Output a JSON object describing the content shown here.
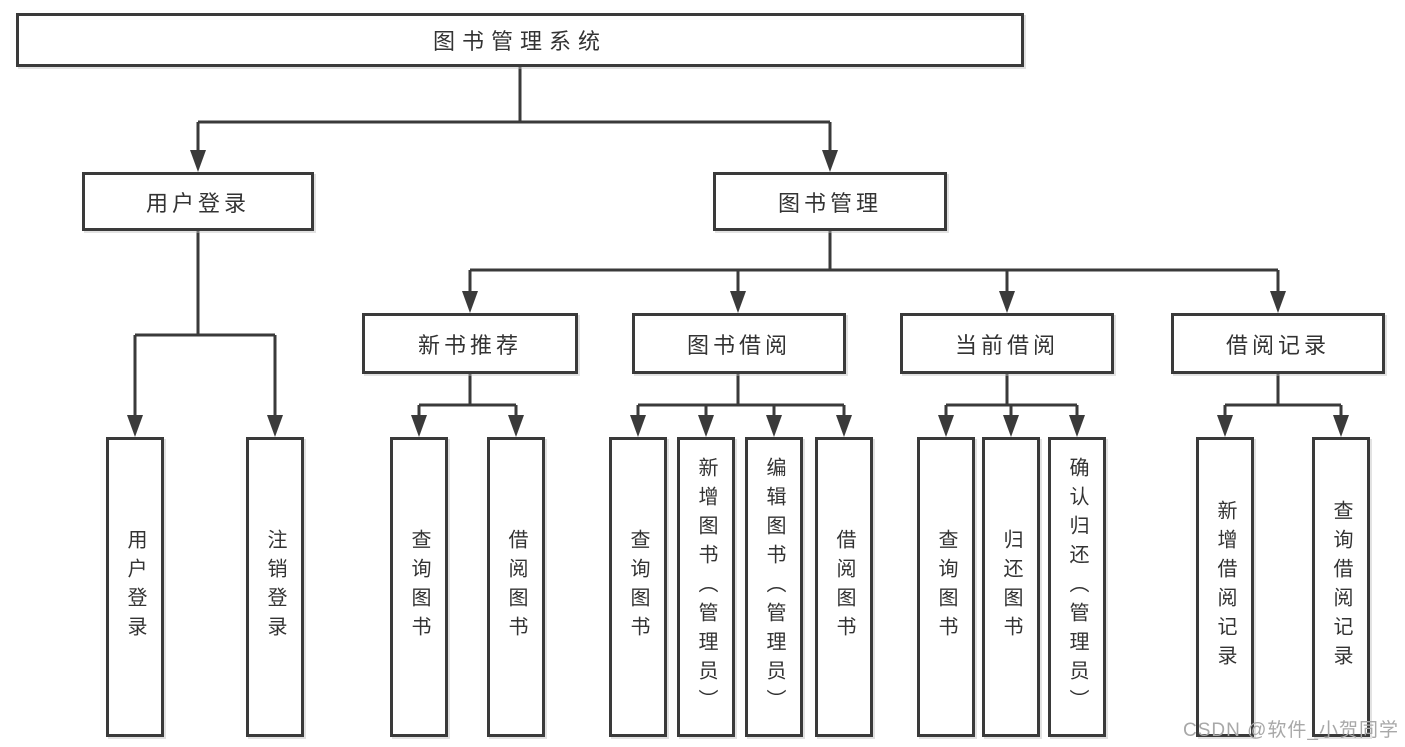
{
  "colors": {
    "line": "#3a3a3a",
    "box_border": "#3a3a3a",
    "text": "#333333",
    "background": "#ffffff",
    "watermark": "#a8a8a8"
  },
  "watermark": "CSDN @软件_小贺同学",
  "nodes": {
    "root": "图书管理系统",
    "branch_user_login": "用户登录",
    "branch_book_mgmt": "图书管理",
    "cat_new_book": "新书推荐",
    "cat_book_borrow": "图书借阅",
    "cat_current_borrow": "当前借阅",
    "cat_borrow_records": "借阅记录",
    "leaf_user_login": "用户登录",
    "leaf_logout": "注销登录",
    "leaf_nb_query_books": "查询图书",
    "leaf_nb_borrow_books": "借阅图书",
    "leaf_bb_query_books": "查询图书",
    "leaf_bb_add_books": "新增图书（管理员）",
    "leaf_bb_edit_books": "编辑图书（管理员）",
    "leaf_bb_borrow_books": "借阅图书",
    "leaf_cb_query_books": "查询图书",
    "leaf_cb_return_books": "归还图书",
    "leaf_cb_confirm_return": "确认归还（管理员）",
    "leaf_br_add_record": "新增借阅记录",
    "leaf_br_query_record": "查询借阅记录"
  }
}
